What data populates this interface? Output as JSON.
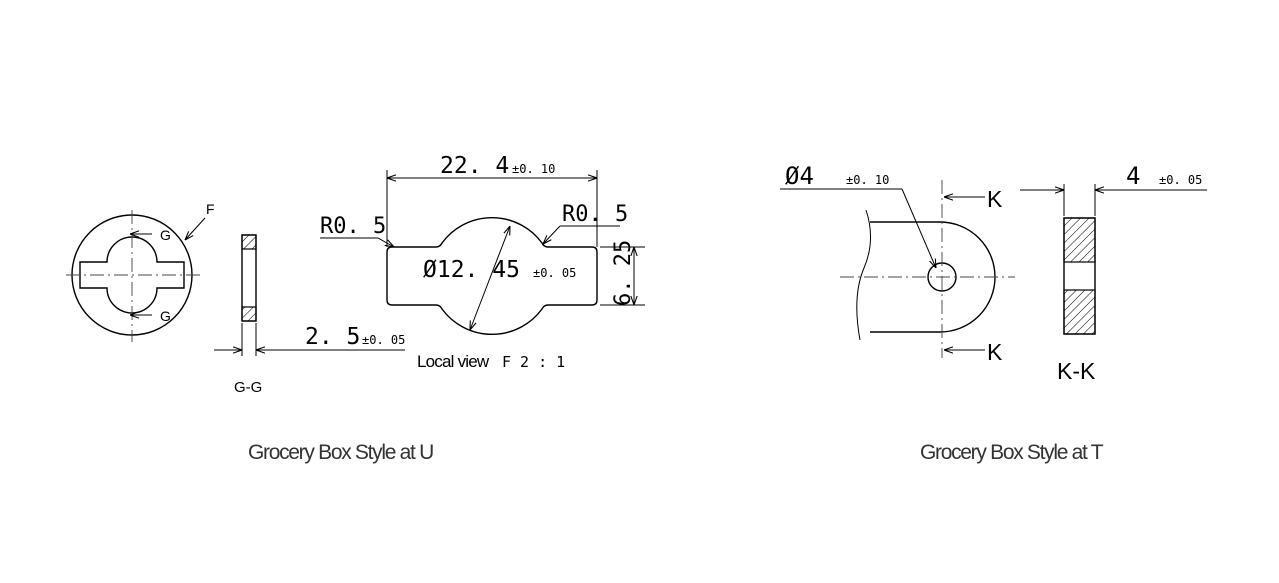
{
  "view_u": {
    "section_mark": "G",
    "detail_mark": "F",
    "section_label": "G-G",
    "thickness": "2. 5",
    "thickness_tol": "±0. 05",
    "width": "22. 4",
    "width_tol": "±0. 10",
    "radius_left": "R0. 5",
    "radius_right": "R0. 5",
    "diameter": "Ø12. 45",
    "diameter_tol": "±0. 05",
    "height": "6. 25",
    "detail_label": "Local view",
    "detail_scale": "F 2 : 1",
    "caption": "Grocery Box Style at U"
  },
  "view_t": {
    "hole": "Ø4",
    "hole_tol": "±0. 10",
    "section_mark": "K",
    "section_label": "K-K",
    "thickness": "4",
    "thickness_tol": "±0. 05",
    "caption": "Grocery Box Style at T"
  }
}
